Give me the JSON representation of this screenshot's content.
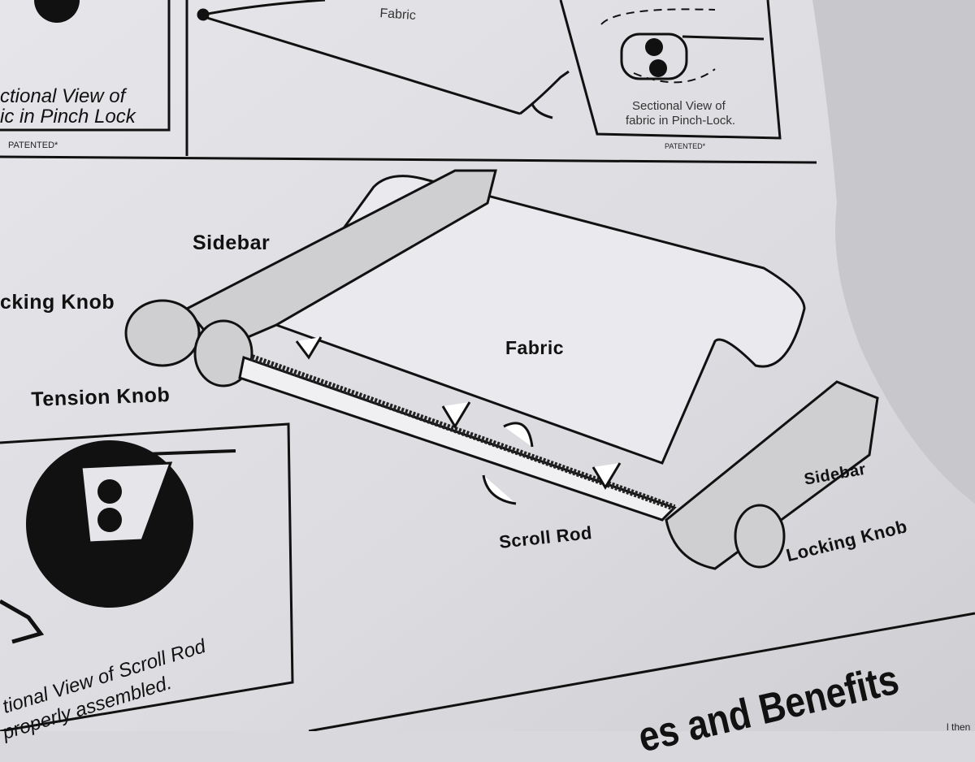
{
  "top_left_panel": {
    "caption_line1": "ctional View of",
    "caption_line2": "ic in Pinch Lock",
    "patent": "PATENTED*"
  },
  "top_middle_panel": {
    "fabric_label": "Fabric"
  },
  "top_right_panel": {
    "caption_line1": "Sectional View of",
    "caption_line2": "fabric in Pinch-Lock.",
    "patent": "PATENTED*"
  },
  "main_diagram": {
    "sidebar_left": "Sidebar",
    "locking_knob_left": "cking Knob",
    "fabric": "Fabric",
    "tension_knob": "Tension Knob",
    "sidebar_right": "Sidebar",
    "scroll_rod": "Scroll Rod",
    "locking_knob_right": "Locking Knob"
  },
  "bottom_left_panel": {
    "caption_line1": "tional View of Scroll Rod",
    "caption_line2": "properly assembled."
  },
  "section_heading": {
    "title": "es and Benefits",
    "cut_text": "l then"
  }
}
